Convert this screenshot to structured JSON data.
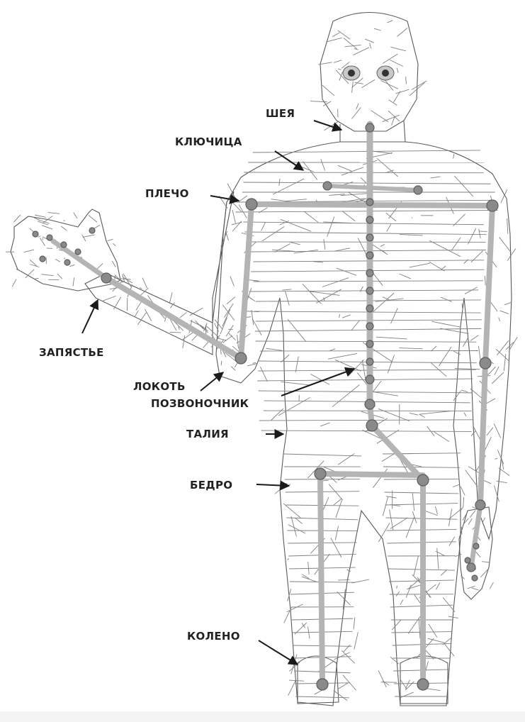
{
  "figure": {
    "labels": {
      "neck": "ШЕЯ",
      "clavicle": "КЛЮЧИЦА",
      "shoulder": "ПЛЕЧО",
      "wrist": "ЗАПЯСТЬЕ",
      "elbow": "ЛОКОТЬ",
      "spine": "ПОЗВОНОЧНИК",
      "waist": "ТАЛИЯ",
      "hip": "БЕДРО",
      "knee": "КОЛЕНО"
    }
  }
}
